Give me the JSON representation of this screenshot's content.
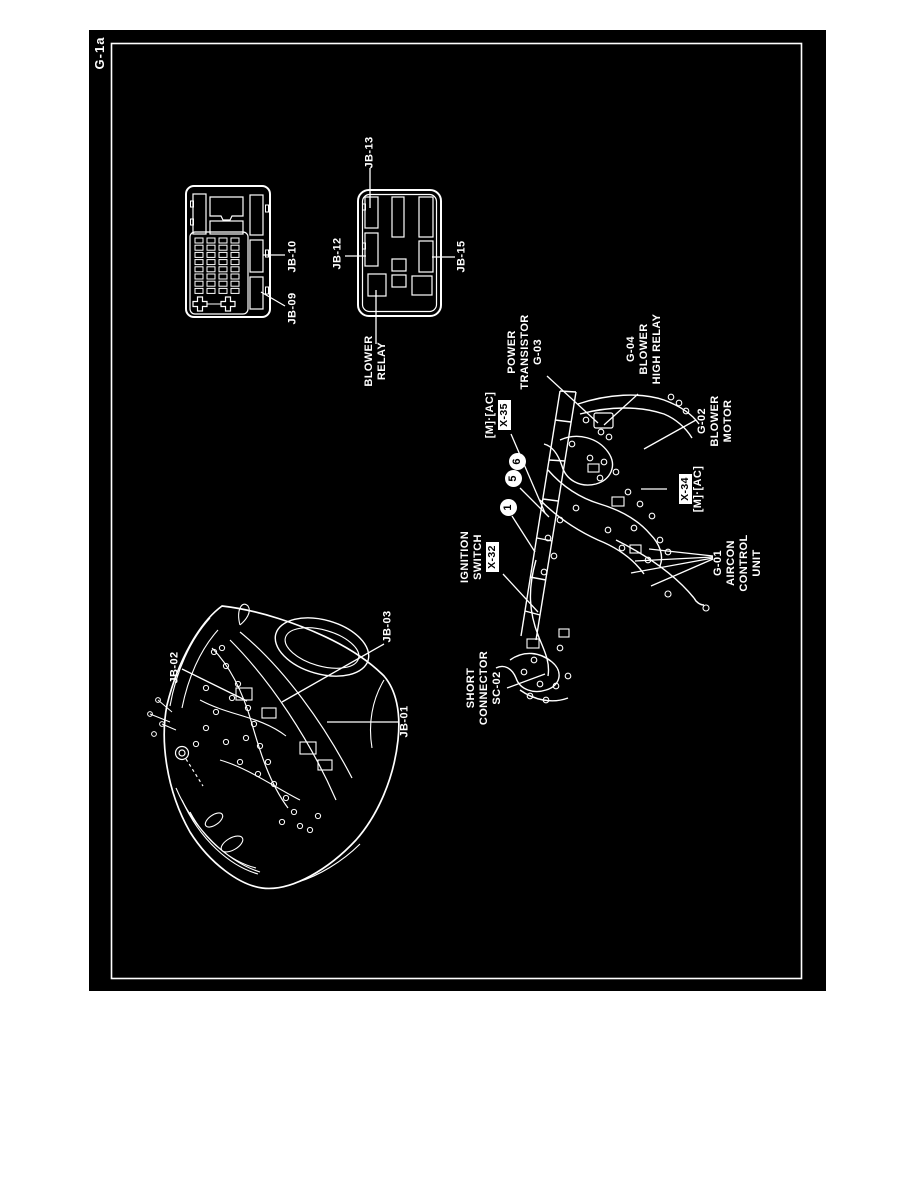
{
  "page": {
    "code": "G-1a",
    "bg_color": "#000000",
    "line_color": "#ffffff",
    "paper_color": "#ffffff"
  },
  "junction_boxes": {
    "fuse_box": {
      "jb10": "JB-10",
      "jb09": "JB-09"
    },
    "relay_box": {
      "jb13": "JB-13",
      "jb12": "JB-12",
      "jb15": "JB-15",
      "blower_relay": {
        "l1": "BLOWER",
        "l2": "RELAY"
      }
    }
  },
  "dash_harness": {
    "power_transistor": {
      "l1": "POWER",
      "l2": "TRANSISTOR",
      "l3": "G-03"
    },
    "blower_high_relay": {
      "l1": "G-04",
      "l2": "BLOWER",
      "l3": "HIGH RELAY"
    },
    "blower_motor": {
      "l1": "G-02",
      "l2": "BLOWER",
      "l3": "MOTOR"
    },
    "aircon_control_unit": {
      "l1": "G-01",
      "l2": "AIRCON",
      "l3": "CONTROL",
      "l4": "UNIT"
    },
    "x35": {
      "mode": "[M]·[AC]",
      "code": "X-35"
    },
    "x34": {
      "code": "X-34",
      "mode": "[M]·[AC]"
    },
    "ignition_switch": {
      "l1": "IGNITION",
      "l2": "SWITCH",
      "code": "X-32"
    },
    "short_connector": {
      "l1": "SHORT",
      "l2": "CONNECTOR",
      "l3": "SC-02"
    },
    "callout_1": "1",
    "callout_5": "5",
    "callout_6": "6"
  },
  "vehicle_view": {
    "jb02": "JB-02",
    "jb03": "JB-03",
    "jb01": "JB-01"
  }
}
